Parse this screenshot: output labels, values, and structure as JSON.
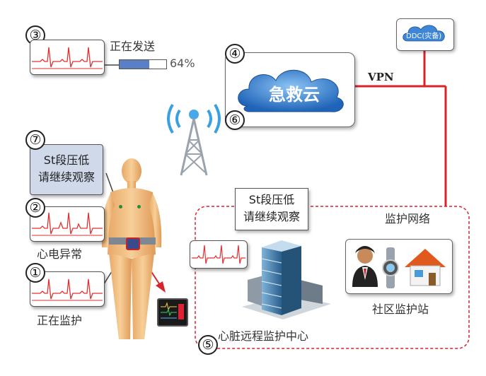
{
  "markers": {
    "m1": "①",
    "m2": "②",
    "m3": "③",
    "m4": "④",
    "m5": "⑤",
    "m6": "⑥",
    "m7": "⑦"
  },
  "sending": {
    "label": "正在发送",
    "percent_text": "64%",
    "progress": 0.64
  },
  "cloud": {
    "label": "急救云"
  },
  "ddc": {
    "label": "DDC(灾备)"
  },
  "vpn": {
    "label": "VPN"
  },
  "alert_patient": {
    "line1": "St段压低",
    "line2": "请继续观察"
  },
  "alert_center": {
    "line1": "St段压低",
    "line2": "请继续观察"
  },
  "ecg_labels": {
    "abnormal": "心电异常",
    "monitoring": "正在监护"
  },
  "network": {
    "label": "监护网络"
  },
  "center": {
    "label": "心脏远程监护中心"
  },
  "community": {
    "label": "社区监护站"
  },
  "colors": {
    "ecg": "#e03030",
    "link": "#d8232a",
    "cloud": "#2f7fd0",
    "bubble_bg": "#cfd9ea",
    "progress": "#5b7fc6"
  }
}
